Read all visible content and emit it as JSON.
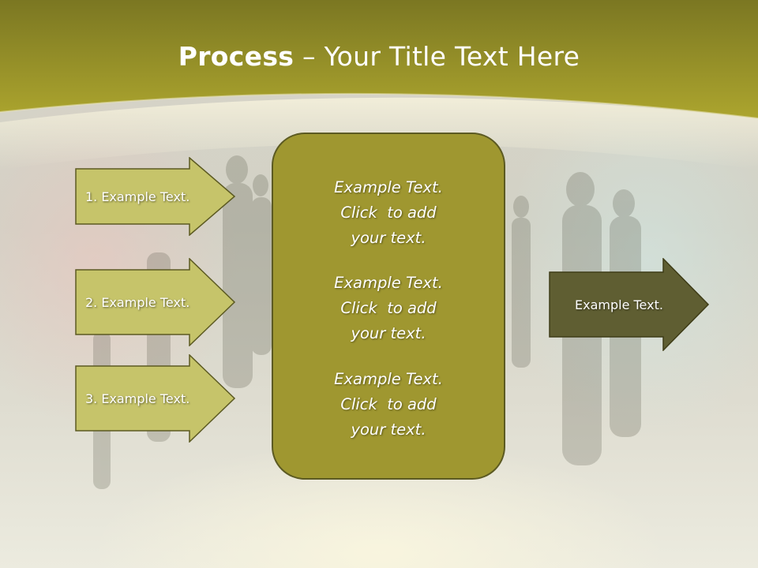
{
  "title": {
    "bold": "Process",
    "rest": " – Your Title Text Here"
  },
  "left_arrows": [
    {
      "label": "1. Example Text."
    },
    {
      "label": "2. Example Text."
    },
    {
      "label": "3. Example Text."
    }
  ],
  "center_box": {
    "blocks": [
      {
        "lines": [
          "Example Text.",
          "Click  to add",
          "your text."
        ]
      },
      {
        "lines": [
          "Example Text.",
          "Click  to add",
          "your text."
        ]
      },
      {
        "lines": [
          "Example Text.",
          "Click  to add",
          "your text."
        ]
      }
    ]
  },
  "right_arrow": {
    "label": "Example Text."
  },
  "colors": {
    "header_olive": "#8f8a25",
    "left_arrow_fill": "#c6c46a",
    "arrow_border": "#5c5a22",
    "center_box_fill": "#9f9730",
    "right_arrow_fill": "#5f5e32"
  }
}
